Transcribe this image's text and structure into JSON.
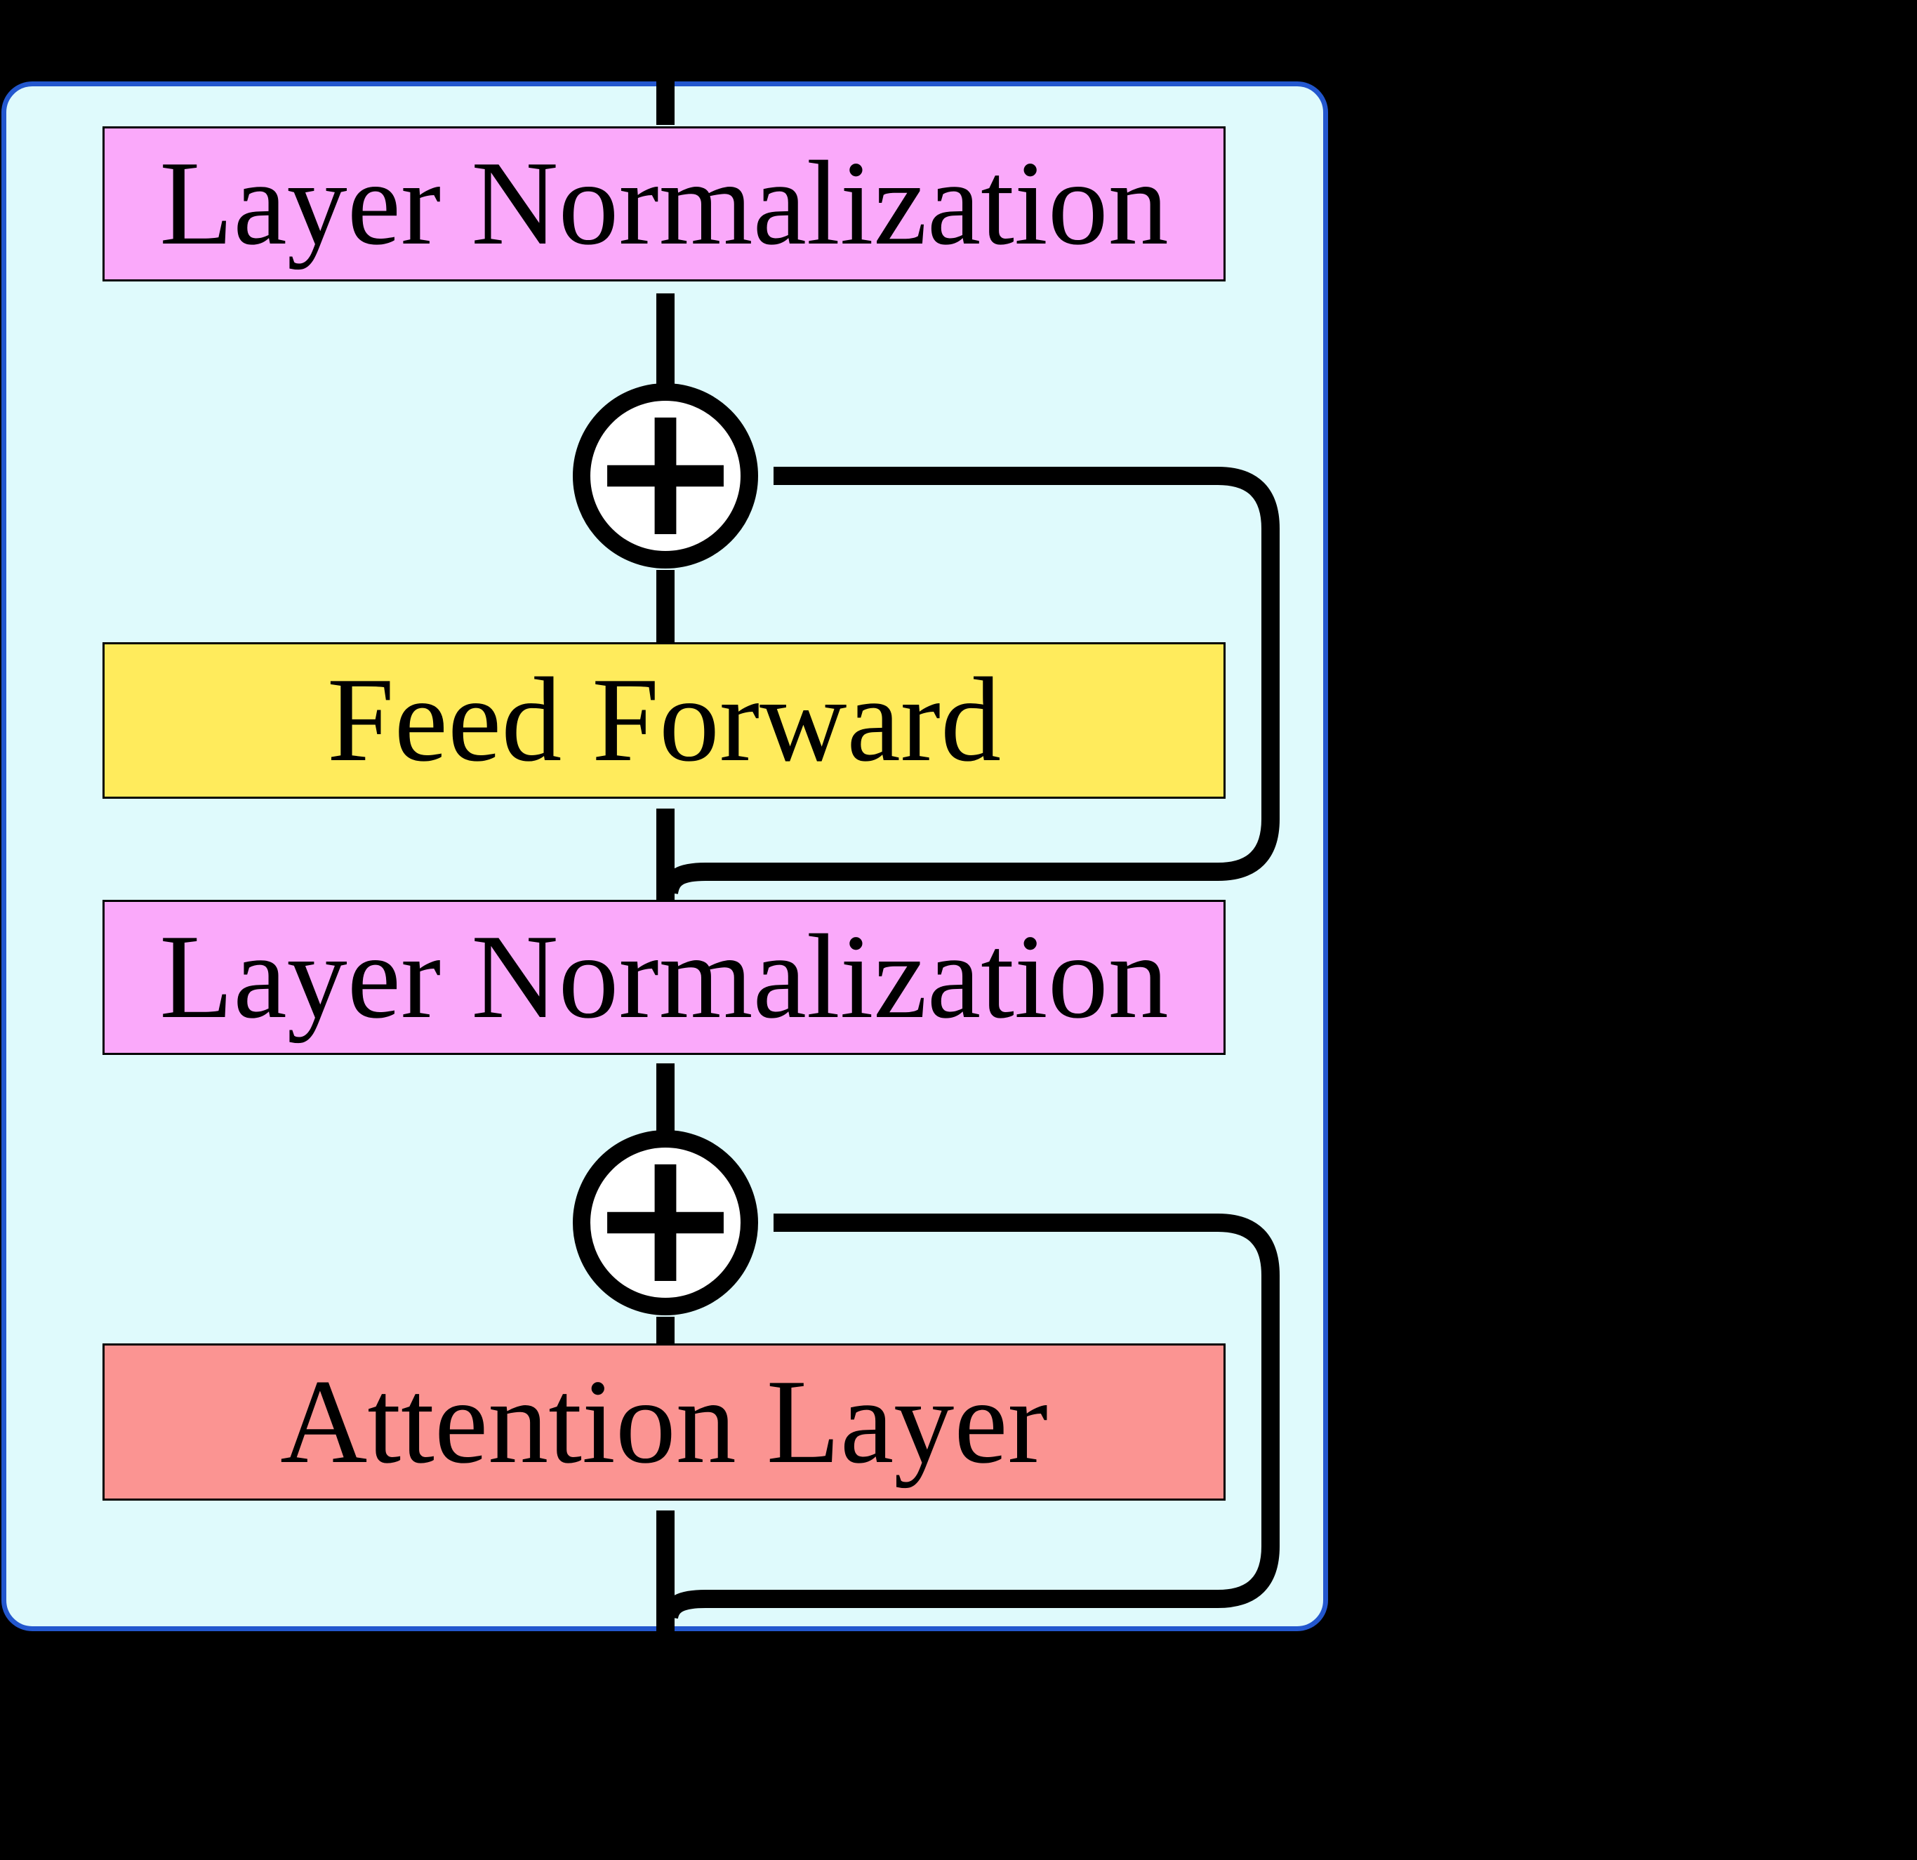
{
  "diagram": {
    "blocks": [
      {
        "id": "layer-norm-top",
        "label": "Layer Normalization",
        "fill": "#FAA9FA"
      },
      {
        "id": "feed-forward",
        "label": "Feed Forward",
        "fill": "#FFEB5C"
      },
      {
        "id": "layer-norm-mid",
        "label": "Layer Normalization",
        "fill": "#FAA9FA"
      },
      {
        "id": "attention",
        "label": "Attention Layer",
        "fill": "#FB9492"
      }
    ],
    "adders": [
      {
        "id": "adder-top",
        "symbol": "+"
      },
      {
        "id": "adder-bottom",
        "symbol": "+"
      }
    ],
    "icons": [
      "plus-icon",
      "up-arrow-icon",
      "left-arrow-icon"
    ],
    "colors": {
      "background": "#000000",
      "container_fill": "#DFFAFC",
      "container_border": "#2357CE",
      "box_border": "#000000",
      "line": "#000000",
      "adder_fill": "#FFFFFF",
      "text": "#000000"
    }
  }
}
